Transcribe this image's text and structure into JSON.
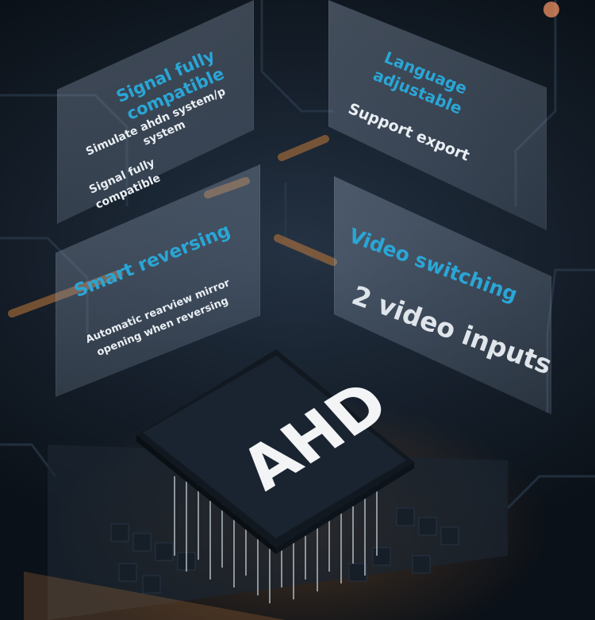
{
  "features": {
    "signal": {
      "title_line1": "Signal fully",
      "title_line2": "compatible",
      "desc1_line1": "Simulate ahdn system/p",
      "desc1_line2": "system",
      "desc2_line1": "Signal fully",
      "desc2_line2": "compatible"
    },
    "language": {
      "title_line1": "Language",
      "title_line2": "adjustable",
      "desc": "Support export"
    },
    "reversing": {
      "title": "Smart reversing",
      "desc_line1": "Automatic rearview mirror",
      "desc_line2": "opening when reversing"
    },
    "video": {
      "title": "Video switching",
      "desc": "2 video inputs"
    }
  },
  "chip": {
    "label": "AHD"
  },
  "colors": {
    "accent": "#2aa6d6",
    "text": "#e9eef3",
    "chip": "#1a2430"
  }
}
